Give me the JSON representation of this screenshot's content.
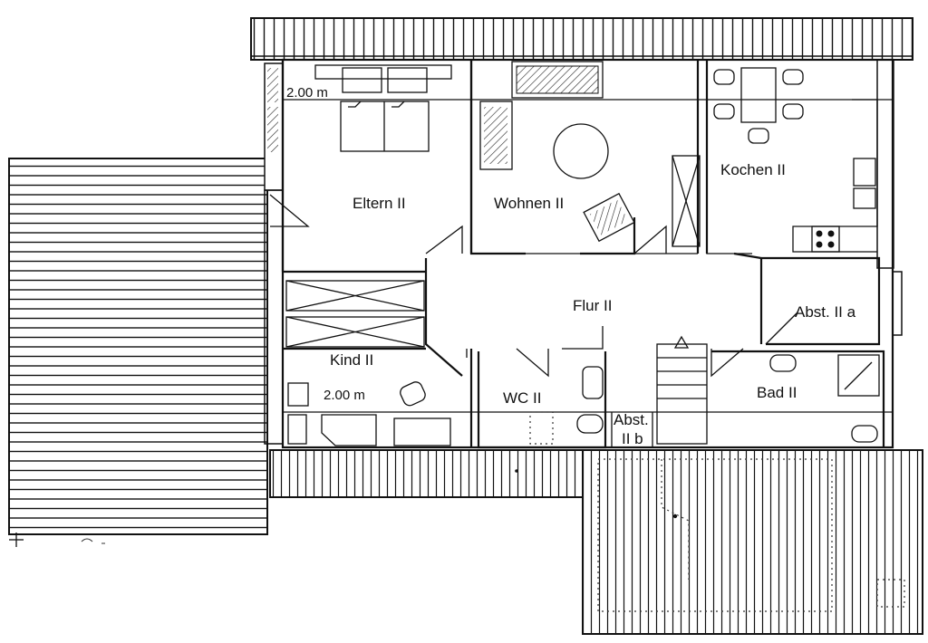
{
  "plan": {
    "rooms": {
      "eltern": "Eltern  II",
      "wohnen": "Wohnen  II",
      "kochen": "Kochen  II",
      "flur": "Flur  II",
      "abst_a": "Abst. II a",
      "kind": "Kind  II",
      "wc": "WC  II",
      "abst_b_line1": "Abst.",
      "abst_b_line2": "II b",
      "bad": "Bad  II"
    },
    "dimensions": {
      "eltern_height": "2.00  m",
      "kind_height": "2.00  m"
    }
  }
}
